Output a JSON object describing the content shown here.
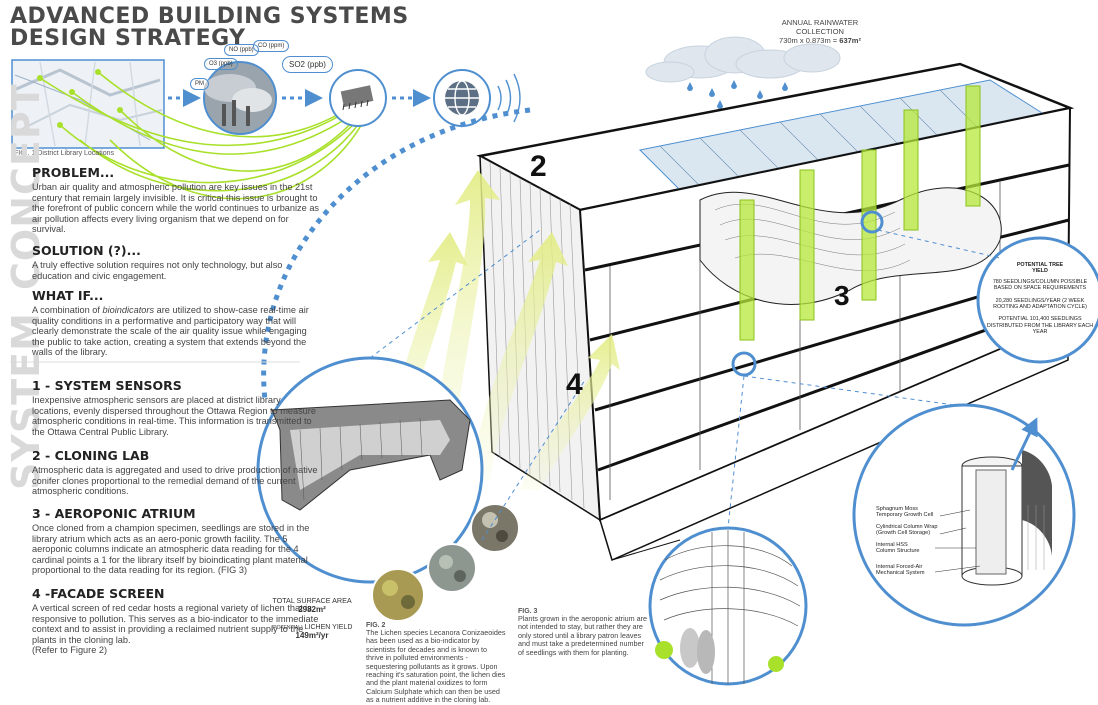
{
  "header": {
    "title_line1": "ADVANCED BUILDING SYSTEMS",
    "title_line2": "DESIGN STRATEGY"
  },
  "side_labels": {
    "concept": "CONCEPT",
    "system": "SYSTEM"
  },
  "map": {
    "caption": "FIG . 1 District Library Locations"
  },
  "pollution_tags": [
    "NO (ppb)",
    "CO (ppm)",
    "O3 (ppb)",
    "PM",
    "SO2 (ppb)"
  ],
  "rainwater": {
    "title": "ANNUAL RAINWATER COLLECTION",
    "formula": "730m x 0.873m = ",
    "result": "637m²"
  },
  "sections": {
    "problem_title": "PROBLEM...",
    "problem_text": "Urban air quality and atmospheric pollution are key issues in the 21st century that remain largely invisible. It is critical this issue is brought to the forefront of public concern while the world continues to urbanize as air pollution affects every living organism that we depend on for survival.",
    "solution_title": "SOLUTION (?)...",
    "solution_text": "A truly effective solution requires not only technology, but also education and civic engagement.",
    "whatif_title": "WHAT IF...",
    "whatif_text_a": "A combination of ",
    "whatif_text_em": "bioindicators",
    "whatif_text_b": " are utilized to show-case real-time air quality conditions in a performative and participatory way that will clearly demonstrate the scale of the air quality issue while engaging the public to take action, creating a system that extends beyond the walls of the library.",
    "s1_title": "1 - SYSTEM SENSORS",
    "s1_text": "Inexpensive atmospheric sensors are placed at district library locations, evenly dispersed throughout the Ottawa Region to measure atmospheric conditions in real-time. This information is transmitted to the Ottawa Central Public Library.",
    "s2_title": "2 - CLONING LAB",
    "s2_text": "Atmospheric data is aggregated and used to drive production of native conifer clones proportional to the remedial demand of the current atmospheric conditions.",
    "s3_title": "3 - AEROPONIC ATRIUM",
    "s3_text": "Once cloned from a champion specimen, seedlings are stored in the library atrium which acts as an aero-ponic growth facility. The 5 aeroponic columns indicate an atmospheric data reading for the 4 cardinal points a 1 for the library itself by bioindicating plant material proportional to the data reading for its region. (FIG 3)",
    "s4_title": "4 -FACADE SCREEN",
    "s4_text": "A vertical screen of red cedar hosts a regional variety of lichen that is responsive to pollution. This serves as a bio-indicator to the immediate context and to assist in providing a reclaimed nutrient supply to the plants in the cloning lab.",
    "s4_ref": "(Refer to Figure 2)"
  },
  "surface": {
    "area_label": "TOTAL SURFACE AREA",
    "area_value": "2982m²",
    "yield_prefix": "(POTENTIAL)",
    "yield_label": " LICHEN YIELD",
    "yield_value": "149m²/yr"
  },
  "fig2": {
    "label": "FIG. 2",
    "text": "The Lichen species Lecanora Conizaeoides has been used as a bio-indicator by scientists for decades and is known to thrive in polluted environments - sequestering pollutants as it grows. Upon reaching it's saturation point, the lichen dies and the plant material oxidizes to form Calcium Sulphate which can then be used as a nutrient additive in the cloning lab."
  },
  "fig3": {
    "label": "FIG. 3",
    "text": "Plants grown in the aeroponic atrium are not intended to stay, but rather they are only stored until a library patron leaves and must take a predetermined number of seedlings with them for planting."
  },
  "tree_yield": {
    "title_line1": "POTENTIAL TREE",
    "title_line2": "YIELD",
    "line1": "780 SEEDLINGS/COLUMN POSSIBLE BASED ON SPACE REQUIREMENTS",
    "line2": "20,280 SEEDLINGS/YEAR (2 WEEK ROOTING AND ADAPTATION CYCLE)",
    "line3": "POTENTIAL 101,400 SEEDLINGS DISTRIBUTED FROM THE LIBRARY EACH YEAR"
  },
  "column_labels": {
    "l1a": "Sphagnum Moss",
    "l1b": "Temporary Growth Cell",
    "l2a": "Cylindrical Column Wrap",
    "l2b": "(Growth Cell Storage)",
    "l3a": "Internal HSS",
    "l3b": "Column Structure",
    "l4a": "Internal Forced-Air",
    "l4b": "Mechanical System"
  },
  "building_numbers": {
    "n2": "2",
    "n3": "3",
    "n4": "4"
  },
  "colors": {
    "accent_blue": "#4f8fd0",
    "lime": "#a8e02a",
    "yellow_arrow": "#e8f0a0",
    "title_gray": "#4a4a4a",
    "watermark": "#d9d9d9"
  }
}
